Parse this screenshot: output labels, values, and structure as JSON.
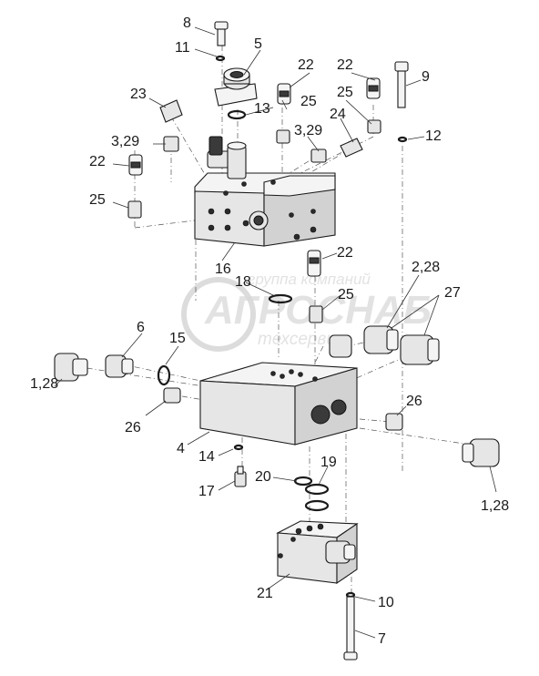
{
  "watermark": {
    "line1": "группа компаний",
    "line2": "АГРОСНАБ",
    "line3": "техсервис"
  },
  "labels": [
    {
      "id": "8",
      "text": "8"
    },
    {
      "id": "11",
      "text": "11"
    },
    {
      "id": "5",
      "text": "5"
    },
    {
      "id": "22a",
      "text": "22"
    },
    {
      "id": "22b",
      "text": "22"
    },
    {
      "id": "9",
      "text": "9"
    },
    {
      "id": "23",
      "text": "23"
    },
    {
      "id": "13",
      "text": "13"
    },
    {
      "id": "25a",
      "text": "25"
    },
    {
      "id": "25b",
      "text": "25"
    },
    {
      "id": "24",
      "text": "24"
    },
    {
      "id": "3_29a",
      "text": "3,29"
    },
    {
      "id": "3_29b",
      "text": "3,29"
    },
    {
      "id": "12",
      "text": "12"
    },
    {
      "id": "22c",
      "text": "22"
    },
    {
      "id": "25c",
      "text": "25"
    },
    {
      "id": "22d",
      "text": "22"
    },
    {
      "id": "16",
      "text": "16"
    },
    {
      "id": "18",
      "text": "18"
    },
    {
      "id": "2_28",
      "text": "2,28"
    },
    {
      "id": "27",
      "text": "27"
    },
    {
      "id": "25d",
      "text": "25"
    },
    {
      "id": "6",
      "text": "6"
    },
    {
      "id": "15",
      "text": "15"
    },
    {
      "id": "1_28a",
      "text": "1,28"
    },
    {
      "id": "26a",
      "text": "26"
    },
    {
      "id": "26b",
      "text": "26"
    },
    {
      "id": "4",
      "text": "4"
    },
    {
      "id": "14",
      "text": "14"
    },
    {
      "id": "19",
      "text": "19"
    },
    {
      "id": "20",
      "text": "20"
    },
    {
      "id": "17",
      "text": "17"
    },
    {
      "id": "1_28b",
      "text": "1,28"
    },
    {
      "id": "10",
      "text": "10"
    },
    {
      "id": "21",
      "text": "21"
    },
    {
      "id": "7",
      "text": "7"
    }
  ]
}
